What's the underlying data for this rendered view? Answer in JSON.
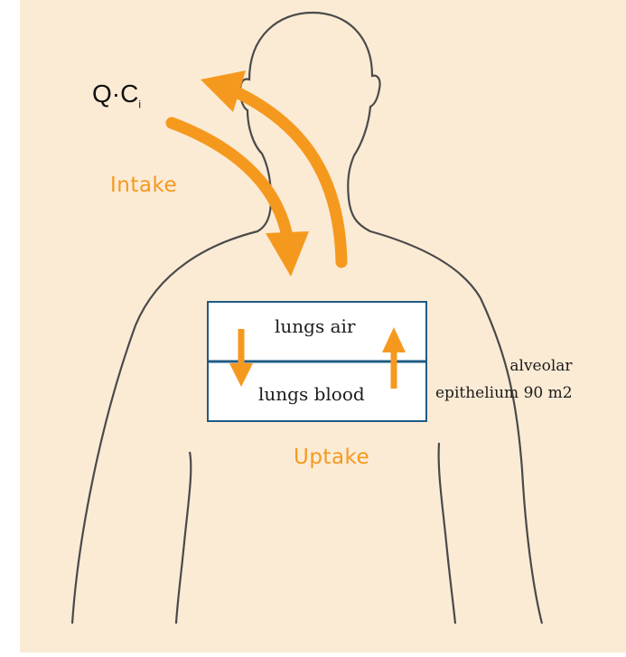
{
  "colors": {
    "background": "#fbebd5",
    "accent": "#f5991e",
    "outline": "#4a4a4a",
    "box_border": "#1f5b85",
    "box_fill": "#ffffff"
  },
  "labels": {
    "flow_q": "Q·C",
    "flow_sub": "i",
    "intake": "Intake",
    "uptake": "Uptake",
    "lungs_air": "lungs air",
    "lungs_blood": "lungs blood",
    "alveolar_line1": "alveolar",
    "alveolar_line2": "epithelium 90 m2"
  },
  "arrows": {
    "outgoing": "exhale-arrow",
    "incoming": "inhale-arrow",
    "air_to_blood": "down-arrow",
    "blood_to_air": "up-arrow"
  }
}
